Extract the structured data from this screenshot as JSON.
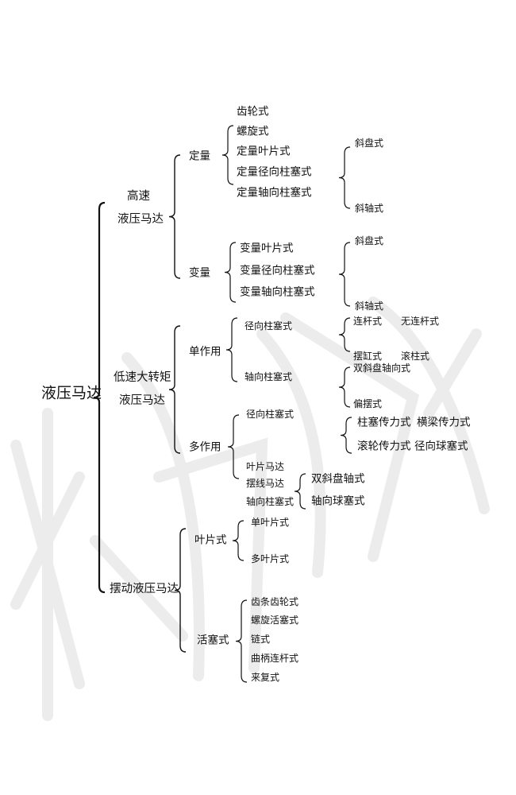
{
  "root": "液压马达",
  "high_speed": {
    "label_1": "高速",
    "label_2": "液压马达",
    "fixed": {
      "label": "定量",
      "items": [
        "齿轮式",
        "螺旋式",
        "定量叶片式",
        "定量径向柱塞式",
        "定量轴向柱塞式"
      ],
      "sub": [
        "斜盘式",
        "斜轴式"
      ]
    },
    "variable": {
      "label": "变量",
      "items": [
        "变量叶片式",
        "变量径向柱塞式",
        "变量轴向柱塞式"
      ],
      "sub": [
        "斜盘式",
        "斜轴式"
      ]
    }
  },
  "low_speed": {
    "label_1": "低速大转矩",
    "label_2": "液压马达",
    "single": {
      "label": "单作用",
      "items": [
        "径向柱塞式",
        "轴向柱塞式"
      ],
      "radial_sub": [
        "连杆式",
        "无连杆式",
        "摆缸式",
        "滚柱式"
      ],
      "axial_sub": [
        "双斜盘轴向式",
        "偏摆式"
      ]
    },
    "multi": {
      "label": "多作用",
      "items": [
        "径向柱塞式",
        "叶片马达",
        "摆线马达",
        "轴向柱塞式"
      ],
      "radial_sub": [
        "柱塞传力式",
        "横梁传力式",
        "滚轮传力式",
        "径向球塞式"
      ],
      "axial_sub": [
        "双斜盘轴式",
        "轴向球塞式"
      ]
    }
  },
  "swing": {
    "label": "摆动液压马达",
    "vane": {
      "label": "叶片式",
      "items": [
        "单叶片式",
        "多叶片式"
      ]
    },
    "piston": {
      "label": "活塞式",
      "items": [
        "齿条齿轮式",
        "螺旋活塞式",
        "链式",
        "曲柄连杆式",
        "来复式"
      ]
    }
  }
}
